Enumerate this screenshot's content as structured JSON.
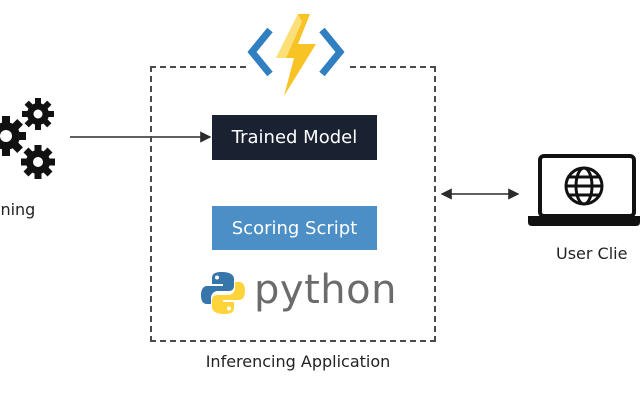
{
  "diagram": {
    "container_label": "Inferencing Application",
    "components": {
      "trained_model": "Trained Model",
      "scoring_script": "Scoring Script",
      "runtime_word": "python"
    },
    "external": {
      "left_label": "ining",
      "right_label": "User Clie"
    },
    "icons": {
      "top": "azure-functions-icon",
      "left": "gears-icon",
      "right": "laptop-globe-icon",
      "runtime": "python-logo-icon"
    },
    "colors": {
      "trained_model_bg": "#1a2232",
      "scoring_script_bg": "#4b8fc6",
      "lightning": "#f7c325",
      "brackets": "#2f7fc1",
      "python_blue": "#3776ab",
      "python_yellow": "#ffd43b"
    }
  }
}
